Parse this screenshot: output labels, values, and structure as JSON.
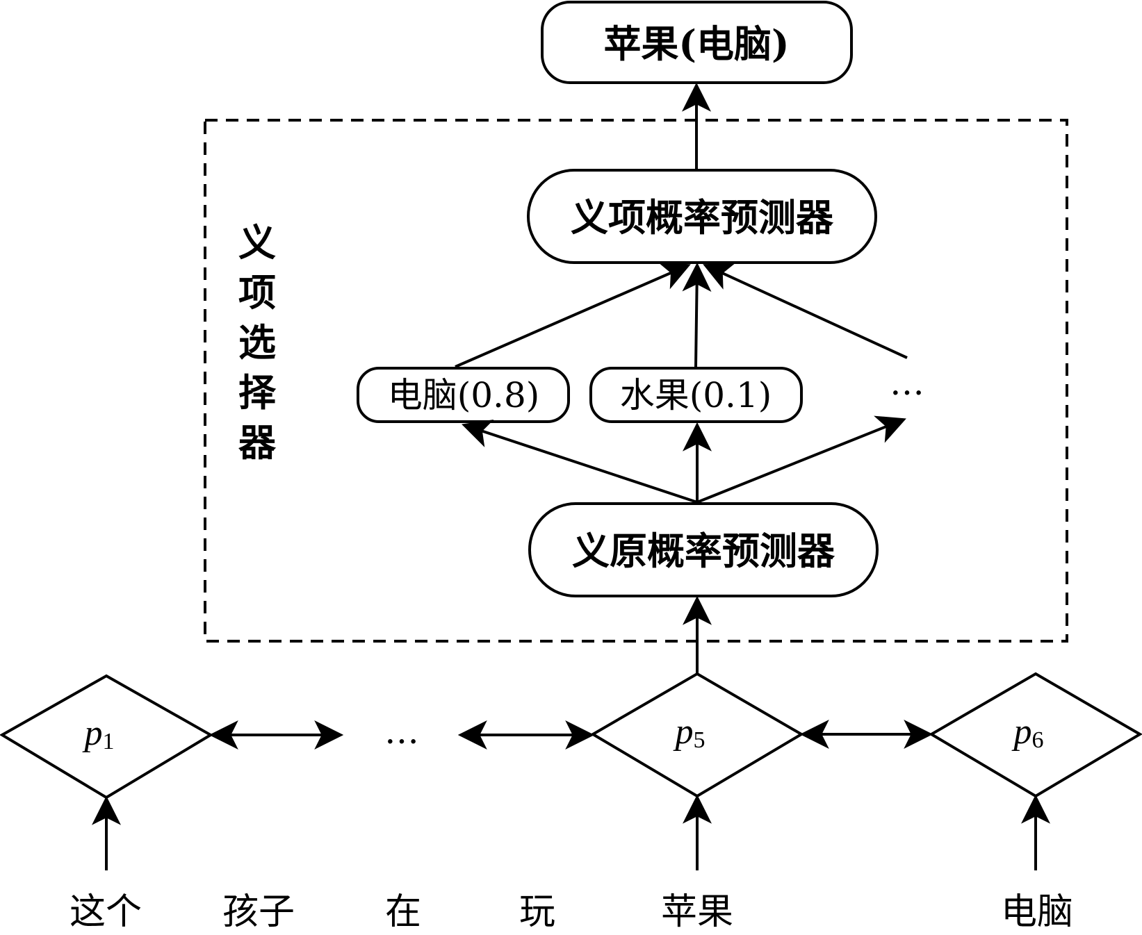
{
  "output_node": {
    "label": "苹果(电脑)"
  },
  "selector": {
    "label_chars": [
      "义",
      "项",
      "选",
      "择",
      "器"
    ]
  },
  "sense_predictor": {
    "label": "义项概率预测器"
  },
  "sememe_predictor": {
    "label": "义原概率预测器"
  },
  "senses": [
    {
      "label": "电脑(0.8)"
    },
    {
      "label": "水果(0.1)"
    },
    {
      "label": "…"
    }
  ],
  "lstm_nodes": [
    {
      "var": "p",
      "sub": "1"
    },
    {
      "var": "p",
      "sub": "5"
    },
    {
      "var": "p",
      "sub": "6"
    }
  ],
  "ellipsis_middle": "…",
  "words": [
    "这个",
    "孩子",
    "在",
    "玩",
    "苹果",
    "电脑"
  ]
}
